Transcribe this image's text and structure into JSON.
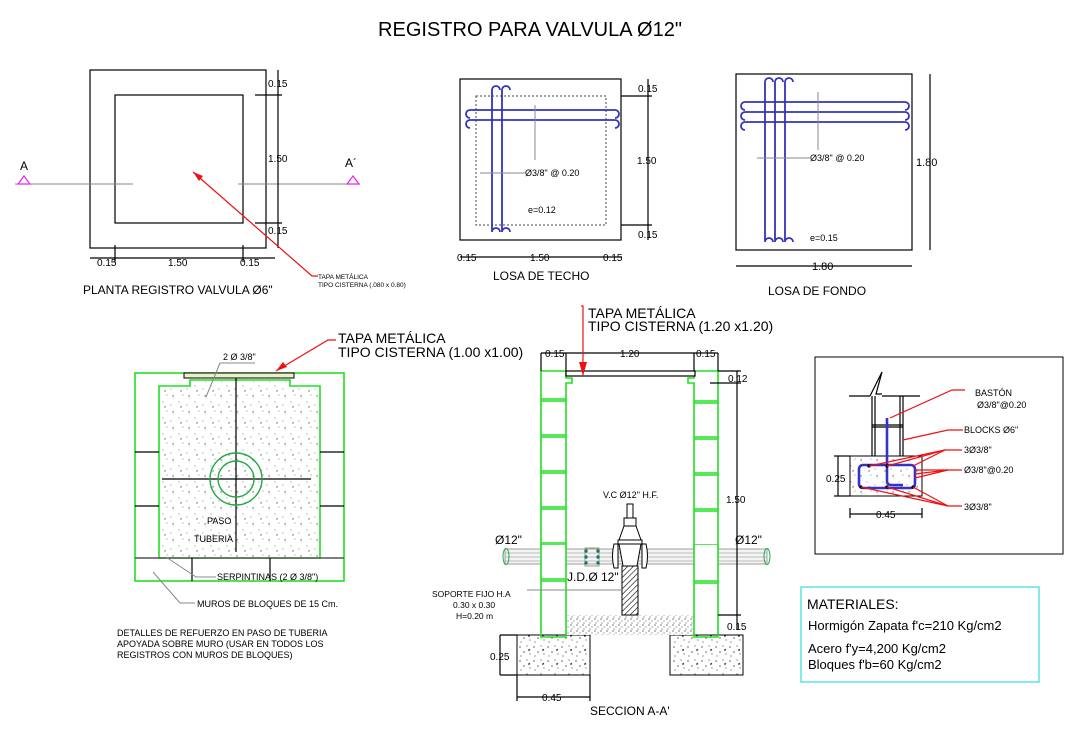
{
  "title": "REGISTRO PARA VALVULA Ø12\"",
  "plan_view": {
    "caption": "PLANTA REGISTRO VALVULA Ø6\"",
    "section_left": "A",
    "section_right": "A´",
    "dim_top": "0.15",
    "dim_mid": "1.50",
    "dim_bottom": "0.15",
    "dim_left": "0.15",
    "dim_center": "1.50",
    "dim_right": "0.15",
    "note_line1": "TAPA METÁLICA",
    "note_line2": "TIPO CISTERNA (.080 x 0.80)"
  },
  "losa_techo": {
    "caption": "LOSA DE TECHO",
    "rebar": "Ø3/8\" @ 0.20",
    "thickness": "e=0.12",
    "dim_top": "0.15",
    "dim_mid": "1.50",
    "dim_bottom": "0.15",
    "dim_left": "0.15",
    "dim_center": "1.50",
    "dim_right": "0.15"
  },
  "losa_fondo": {
    "caption": "LOSA DE FONDO",
    "rebar": "Ø3/8\" @ 0.20",
    "thickness": "e=0.15",
    "dim_height": "1.80",
    "dim_width": "1.80"
  },
  "pipe_detail": {
    "tapa_line1": "TAPA METÁLICA",
    "tapa_line2": "TIPO CISTERNA (1.00 x1.00)",
    "rebar_top": "2 Ø 3/8\"",
    "paso": "PASO",
    "tuberia": "TUBERIA",
    "serpentinas": "SERPINTINAS (2 Ø 3/8\")",
    "muros": "MUROS DE BLOQUES DE 15 Cm.",
    "note_line1": "DETALLES DE REFUERZO EN PASO DE TUBERIA",
    "note_line2": "APOYADA SOBRE MURO  (USAR EN TODOS LOS",
    "note_line3": "REGISTROS CON MUROS DE BLOQUES)"
  },
  "section": {
    "caption": "SECCION A-A'",
    "tapa_line1": "TAPA METÁLICA",
    "tapa_line2": "TIPO CISTERNA (1.20 x1.20)",
    "dim_left": "0.15",
    "dim_center": "1.20",
    "dim_right": "0.15",
    "dim_slab": "0.12",
    "dim_height": "1.50",
    "dim_base": "0.15",
    "dim_footing_h": "0.25",
    "dim_footing_w": "0.45",
    "pipe_left": "Ø12\"",
    "pipe_right": "Ø12\"",
    "valve": "V.C Ø12\" H.F.",
    "joint": "J.D.Ø 12\"",
    "support_line1": "SOPORTE FIJO H.A",
    "support_line2": "0.30 x 0.30",
    "support_line3": "H=0.20 m"
  },
  "footing_detail": {
    "baston_line1": "BASTÓN",
    "baston_line2": "Ø3/8\"@0.20",
    "blocks": "BLOCKS Ø6\"",
    "top_bars": "3Ø3/8\"",
    "stirrups": "Ø3/8\"@0.20",
    "bottom_bars": "3Ø3/8\"",
    "dim_h": "0.25",
    "dim_w": "0.45"
  },
  "materials": {
    "heading": "MATERIALES:",
    "items": [
      "Hormigón Zapata f'c=210 Kg/cm2",
      "Acero f'y=4,200 Kg/cm2",
      "Bloques f'b=60 Kg/cm2"
    ]
  },
  "colors": {
    "wall_green": "#22e022",
    "rebar_blue": "#3333bb",
    "leader_red": "#ee1111",
    "section_marker": "#ee22ee",
    "materials_border": "#33dddd"
  }
}
